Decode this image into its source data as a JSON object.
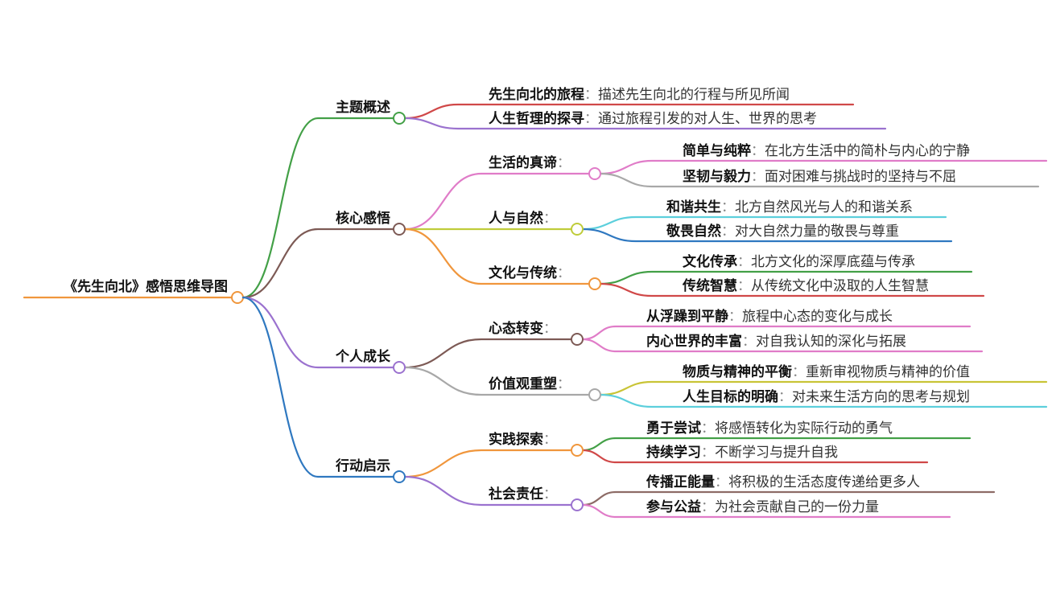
{
  "root": {
    "label": "《先生向北》感悟思维导图",
    "color": "#f0963c"
  },
  "colon": "：",
  "branches": [
    {
      "label": "主题概述",
      "color": "#43a047",
      "leaves": [
        {
          "label": "先生向北的旅程",
          "desc": "描述先生向北的行程与所见所闻",
          "color": "#d04848"
        },
        {
          "label": "人生哲理的探寻",
          "desc": "通过旅程引发的对人生、世界的思考",
          "color": "#9b72cf"
        }
      ]
    },
    {
      "label": "核心感悟",
      "color": "#7d5a55",
      "children": [
        {
          "label": "生活的真谛",
          "color": "#e07cc8",
          "leaves": [
            {
              "label": "简单与纯粹",
              "desc": "在北方生活中的简朴与内心的宁静",
              "color": "#e07cc8"
            },
            {
              "label": "坚韧与毅力",
              "desc": "面对困难与挑战时的坚持与不屈",
              "color": "#a8a8a8"
            }
          ]
        },
        {
          "label": "人与自然",
          "color": "#bfcc3a",
          "leaves": [
            {
              "label": "和谐共生",
              "desc": "北方自然风光与人的和谐关系",
              "color": "#5ccfdc"
            },
            {
              "label": "敬畏自然",
              "desc": "对大自然力量的敬畏与尊重",
              "color": "#2f78c0"
            }
          ]
        },
        {
          "label": "文化与传统",
          "color": "#f0963c",
          "leaves": [
            {
              "label": "文化传承",
              "desc": "北方文化的深厚底蕴与传承",
              "color": "#43a047"
            },
            {
              "label": "传统智慧",
              "desc": "从传统文化中汲取的人生智慧",
              "color": "#d04848"
            }
          ]
        }
      ]
    },
    {
      "label": "个人成长",
      "color": "#9b72cf",
      "children": [
        {
          "label": "心态转变",
          "color": "#7d5a55",
          "leaves": [
            {
              "label": "从浮躁到平静",
              "desc": "旅程中心态的变化与成长",
              "color": "#e07cc8"
            },
            {
              "label": "内心世界的丰富",
              "desc": "对自我认知的深化与拓展",
              "color": "#e07cc8"
            }
          ]
        },
        {
          "label": "价值观重塑",
          "color": "#a8a8a8",
          "leaves": [
            {
              "label": "物质与精神的平衡",
              "desc": "重新审视物质与精神的价值",
              "color": "#c9c436"
            },
            {
              "label": "人生目标的明确",
              "desc": "对未来生活方向的思考与规划",
              "color": "#5ccfdc"
            }
          ]
        }
      ]
    },
    {
      "label": "行动启示",
      "color": "#2f78c0",
      "children": [
        {
          "label": "实践探索",
          "color": "#f0963c",
          "leaves": [
            {
              "label": "勇于尝试",
              "desc": "将感悟转化为实际行动的勇气",
              "color": "#43a047"
            },
            {
              "label": "持续学习",
              "desc": "不断学习与提升自我",
              "color": "#d04848"
            }
          ]
        },
        {
          "label": "社会责任",
          "color": "#9b72cf",
          "leaves": [
            {
              "label": "传播正能量",
              "desc": "将积极的生活态度传递给更多人",
              "color": "#8d6b66"
            },
            {
              "label": "参与公益",
              "desc": "为社会贡献自己的一份力量",
              "color": "#e07cc8"
            }
          ]
        }
      ]
    }
  ]
}
